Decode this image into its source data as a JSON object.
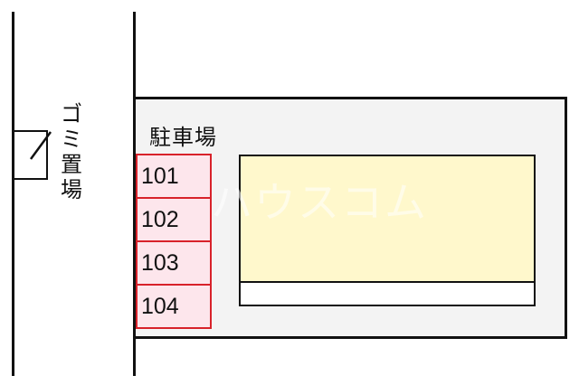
{
  "diagram": {
    "type": "site-layout",
    "parking_lot": {
      "title": "駐車場",
      "stalls": [
        {
          "label": "101"
        },
        {
          "label": "102"
        },
        {
          "label": "103"
        },
        {
          "label": "104"
        }
      ]
    },
    "trash_area": {
      "label_chars": [
        "ゴ",
        "ミ",
        "置",
        "場"
      ],
      "label": "ゴミ置場"
    },
    "building": {
      "label": ""
    },
    "watermark": "ハウスコム",
    "colors": {
      "lines": "#111111",
      "lot_fill": "#f3f3f3",
      "stall_fill": "#fde6ec",
      "stall_border": "#d8222a",
      "building_fill": "#fff8cc"
    }
  }
}
